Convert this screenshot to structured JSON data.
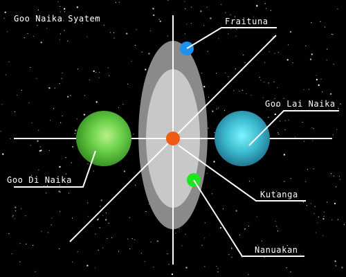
{
  "diagram": {
    "title": "Goo Naika Syatem",
    "labels": {
      "fraituna": "Fraituna",
      "goo_lai_naika": "Goo Lai Naika",
      "goo_di_naika": "Goo Di Naika",
      "kutanga": "Kutanga",
      "nanuakan": "Nanuakan"
    },
    "colors": {
      "background": "#000000",
      "stars": "#ffffff",
      "lines": "#ffffff",
      "outer_orbit": "#8a8a8a",
      "inner_orbit": "#c8c8c8",
      "center_body": "#f05a14",
      "fraituna": "#1e90f0",
      "goo_lai_naika": "#3cc8d8",
      "goo_di_naika": "#5ac83c",
      "kutanga": "#1ee61e"
    }
  }
}
